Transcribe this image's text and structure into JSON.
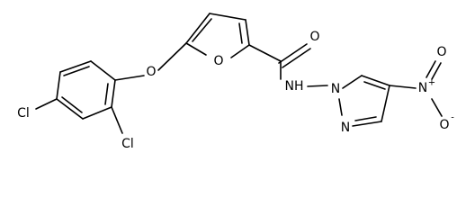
{
  "atoms": {
    "cl1": "Cl",
    "cl2": "Cl",
    "o_ether": "O",
    "o_furan": "O",
    "o_carbonyl": "O",
    "nh": "NH",
    "n1": "N",
    "n2": "N",
    "n_nitro": "N",
    "n_nitro_charge": "+",
    "o_nitro_top": "O",
    "o_nitro_bottom": "O",
    "o_nitro_charge": "-"
  }
}
